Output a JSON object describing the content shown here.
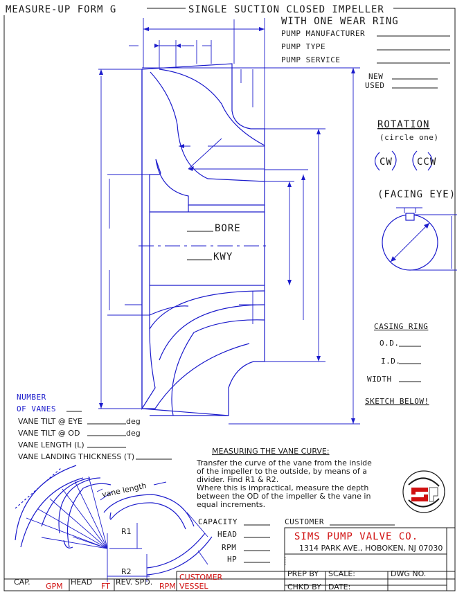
{
  "form": {
    "title_left": "MEASURE-UP FORM G",
    "title_right": "SINGLE SUCTION CLOSED IMPELLER",
    "subtitle": "WITH ONE WEAR RING"
  },
  "pump_info": {
    "manufacturer_label": "PUMP MANUFACTURER",
    "type_label": "PUMP TYPE",
    "service_label": "PUMP SERVICE",
    "new_label": "NEW",
    "used_label": "USED"
  },
  "rotation": {
    "title": "ROTATION",
    "hint": "(circle one)",
    "cw": "CW",
    "ccw": "CCW",
    "facing": "(FACING EYE)"
  },
  "impeller": {
    "bore_label": "BORE",
    "kwy_label": "KWY"
  },
  "casing_ring": {
    "title": "CASING RING",
    "od_label": "O.D.",
    "id_label": "I.D.",
    "width_label": "WIDTH",
    "sketch_label": "SKETCH BELOW!"
  },
  "vanes": {
    "number_label_1": "NUMBER",
    "number_label_2": "OF VANES",
    "tilt_eye_label": "VANE TILT @ EYE",
    "tilt_od_label": "VANE TILT @ OD",
    "deg_1": "deg",
    "deg_2": "deg",
    "length_label": "VANE LENGTH (L)",
    "landing_label": "VANE LANDING THICKNESS (T)",
    "vane_length_curve": "vane length",
    "r1": "R1",
    "r2": "R2"
  },
  "measuring": {
    "title": "MEASURING THE VANE CURVE:",
    "line1": "Transfer the curve of the vane from the inside",
    "line2": "of the impeller to the outside, by means of a",
    "line3": "divider. Find R1 & R2.",
    "line4": "Where this is impractical, measure the depth",
    "line5": "between the OD of the impeller & the vane in",
    "line6": "equal increments."
  },
  "specs": {
    "capacity": "CAPACITY",
    "head": "HEAD",
    "rpm": "RPM",
    "hp": "HP",
    "customer": "CUSTOMER"
  },
  "company": {
    "name": "SIMS PUMP VALVE CO.",
    "address": "1314 PARK AVE., HOBOKEN, NJ 07030"
  },
  "footer": {
    "cap": "CAP.",
    "gpm": "GPM",
    "head": "HEAD",
    "ft": "FT",
    "rev_spd": "REV. SPD.",
    "rpm": "RPM",
    "customer": "CUSTOMER",
    "vessel": "VESSEL",
    "prep_by": "PREP BY",
    "chkd_by": "CHKD BY",
    "scale": "SCALE:",
    "date": "DATE:",
    "dwg_no": "DWG NO."
  },
  "colors": {
    "line_blue": "#1c1ccc",
    "text_black": "#1a1a1a",
    "accent_red": "#d01010"
  }
}
